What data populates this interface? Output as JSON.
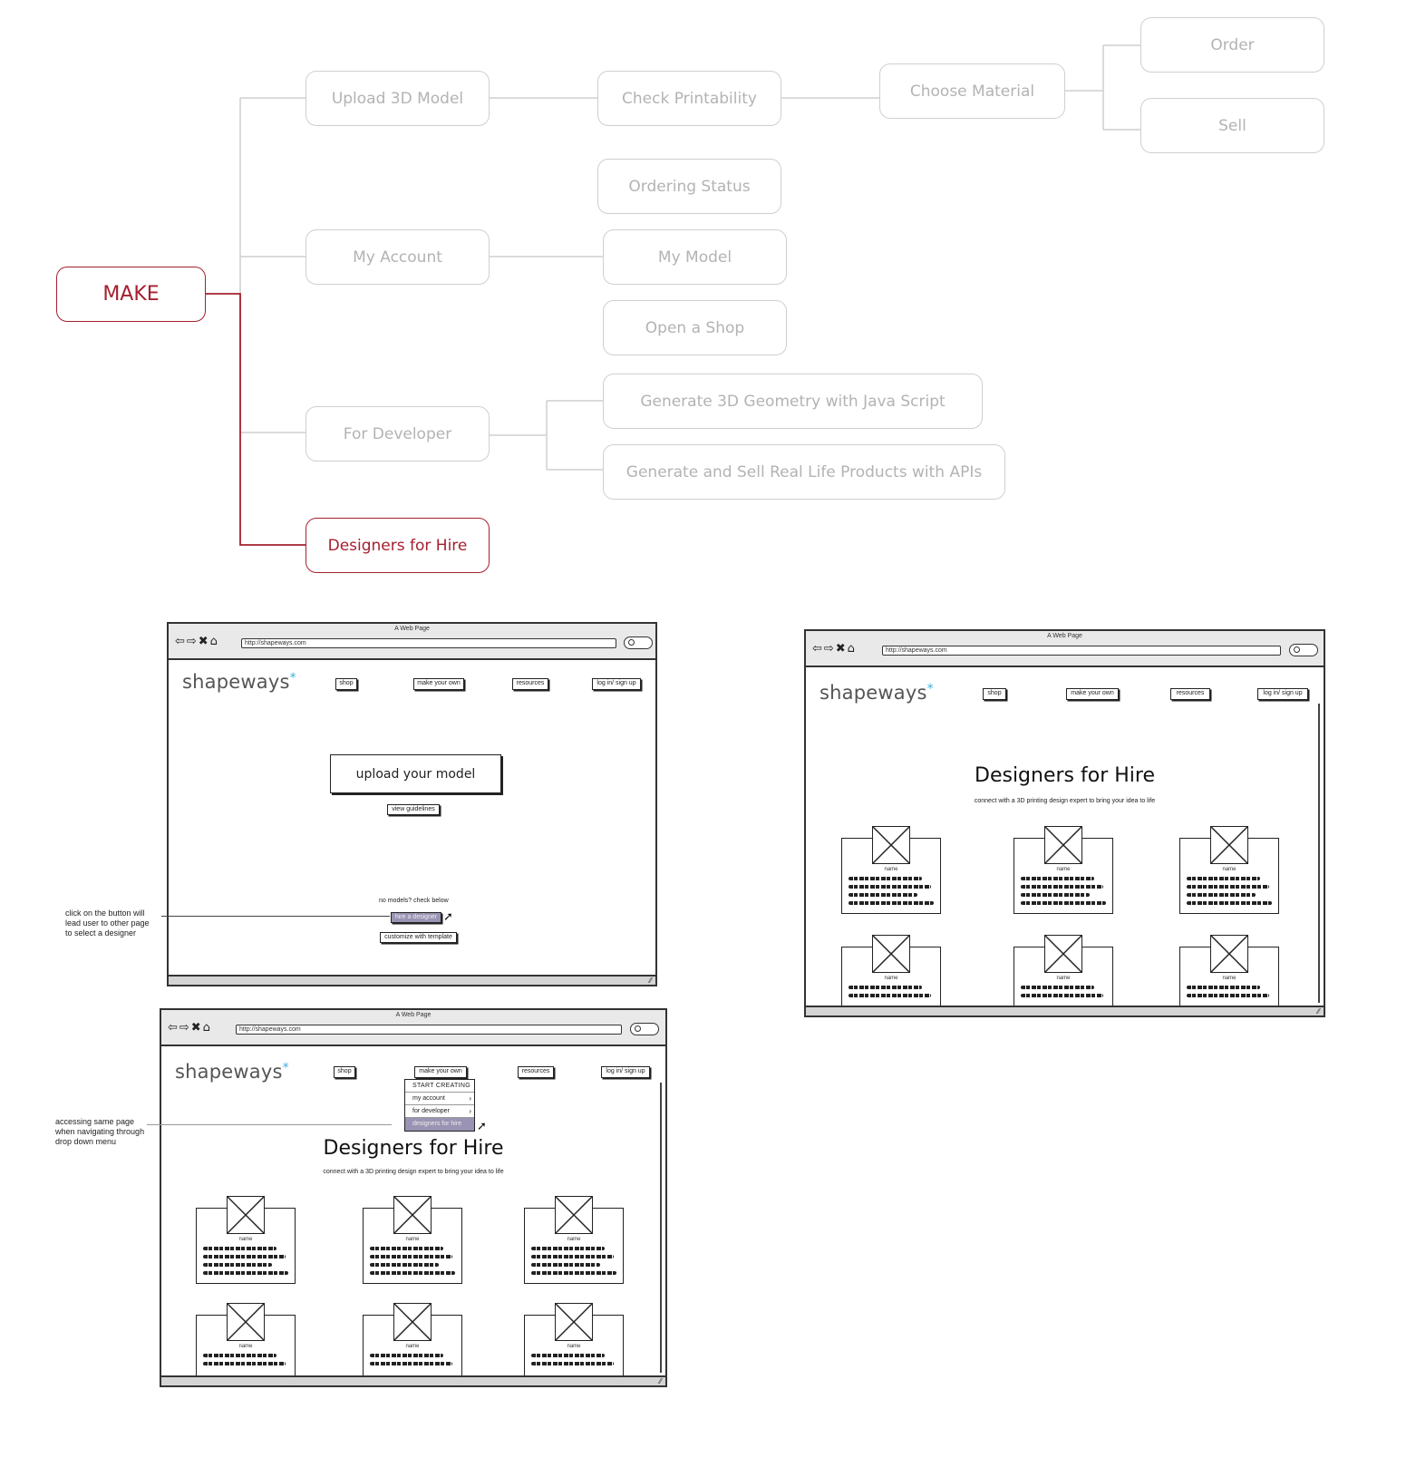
{
  "sitemap": {
    "root": "MAKE",
    "upload": "Upload 3D Model",
    "check": "Check Printability",
    "material": "Choose Material",
    "order": "Order",
    "sell": "Sell",
    "ordering_status": "Ordering Status",
    "my_account": "My Account",
    "my_model": "My Model",
    "open_shop": "Open a Shop",
    "for_developer": "For Developer",
    "gen_geometry": "Generate 3D Geometry with Java Script",
    "gen_sell": "Generate and Sell Real Life Products with APIs",
    "designers": "Designers for Hire",
    "colors": {
      "active": "#a5202f",
      "inactive": "#cfcfcf"
    }
  },
  "browser": {
    "title": "A Web Page",
    "url": "http://shapeways.com",
    "logo": "shapeways",
    "logo_mark": "*",
    "nav_shop": "shop",
    "nav_make": "make your own",
    "nav_resources": "resources",
    "nav_login": "log in/ sign up",
    "nav_icons": "⇦⇨✖⌂"
  },
  "upload_page": {
    "upload_button": "upload your model",
    "guidelines": "view guidelines",
    "no_models": "no models? check below",
    "hire_button": "hire a designer",
    "template_button": "customize with template"
  },
  "designers_page": {
    "heading": "Designers for Hire",
    "subheading": "connect with a 3D printing design expert to bring your idea to life",
    "card_name": "name"
  },
  "dropdown": {
    "start": "START CREATING",
    "my_account": "my account",
    "for_developer": "for developer",
    "designers": "designers for hire"
  },
  "annotations": {
    "click_note": "click on the button will lead user to other page to select a designer",
    "dropdown_note": "accessing same page when navigating through drop down menu"
  }
}
